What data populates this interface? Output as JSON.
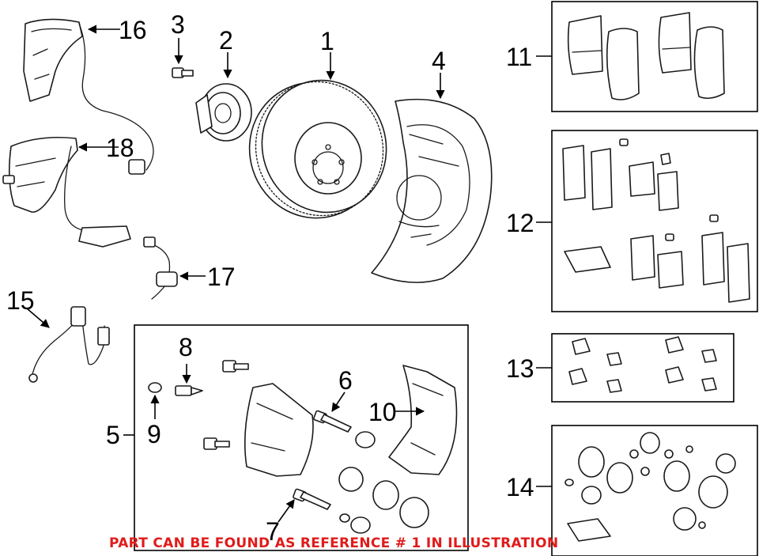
{
  "diagram": {
    "callouts": [
      {
        "id": "c1",
        "label": "1"
      },
      {
        "id": "c2",
        "label": "2"
      },
      {
        "id": "c3",
        "label": "3"
      },
      {
        "id": "c4",
        "label": "4"
      },
      {
        "id": "c5",
        "label": "5"
      },
      {
        "id": "c6",
        "label": "6"
      },
      {
        "id": "c7",
        "label": "7"
      },
      {
        "id": "c9",
        "label": "9"
      },
      {
        "id": "c8",
        "label": "8"
      },
      {
        "id": "c10",
        "label": "10"
      },
      {
        "id": "c11",
        "label": "11"
      },
      {
        "id": "c12",
        "label": "12"
      },
      {
        "id": "c13",
        "label": "13"
      },
      {
        "id": "c14",
        "label": "14"
      },
      {
        "id": "c15",
        "label": "15"
      },
      {
        "id": "c16",
        "label": "16"
      },
      {
        "id": "c17",
        "label": "17"
      },
      {
        "id": "c18",
        "label": "18"
      }
    ],
    "caption": "PART CAN BE FOUND AS REFERENCE # 1 IN ILLUSTRATION",
    "colors": {
      "caption": "#e01b1b",
      "line": "#1a1a1a",
      "background": "#ffffff"
    }
  }
}
